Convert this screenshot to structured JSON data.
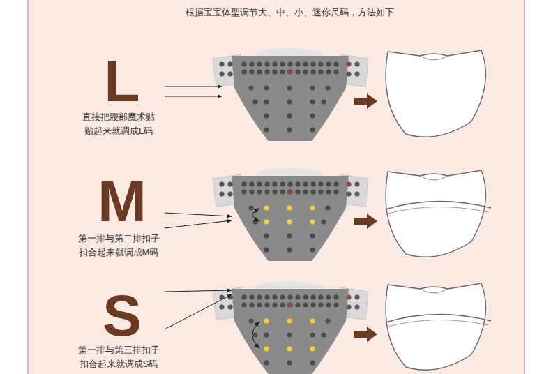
{
  "diagram": {
    "title": "根据宝宝体型调节大、中、小、迷你尺码，方法如下",
    "labels": [
      "L",
      "直接把腰部魔术贴 贴起来就调成L码",
      "M",
      "第一排与第二排扣子 扣合起来就调成M码",
      "S",
      "第一排与第三排扣子 扣合起来就调成S码"
    ]
  }
}
